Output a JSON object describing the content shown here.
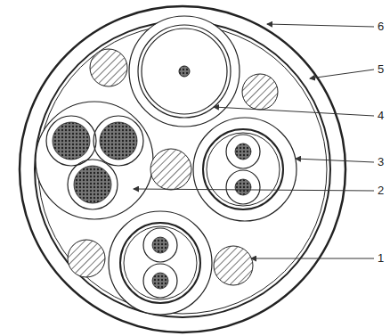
{
  "diagram": {
    "labels": [
      "6",
      "5",
      "4",
      "3",
      "2",
      "1"
    ]
  }
}
